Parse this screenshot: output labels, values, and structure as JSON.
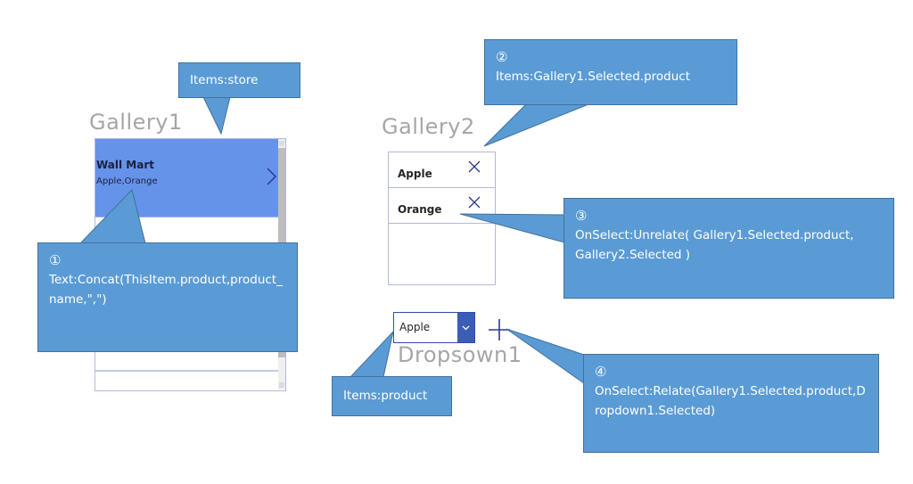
{
  "diagram_type": "Power Apps relate/unrelate annotated layout",
  "colors": {
    "callout_fill": "#5b9bd5",
    "callout_border": "#41719c",
    "selected_row": "#6593ea",
    "control_label": "#a6a6a6",
    "icon_stroke": "#2e3a8c",
    "dropdown_button": "#3b5db5"
  },
  "controls": {
    "gallery1": {
      "label": "Gallery1",
      "selected_item": {
        "title": "Wall Mart",
        "subtitle": "Apple,Orange"
      },
      "row_icon": "chevron-right-icon"
    },
    "gallery2": {
      "label": "Gallery2",
      "items": [
        {
          "text": "Apple",
          "icon": "close-icon"
        },
        {
          "text": "Orange",
          "icon": "close-icon"
        }
      ]
    },
    "dropdown1": {
      "label": "Dropsown1",
      "selected_value": "Apple",
      "button_icon": "chevron-down-icon",
      "add_icon": "plus-icon"
    }
  },
  "callouts": [
    {
      "id": "items-store",
      "number": "",
      "text": "Items:store"
    },
    {
      "id": "c1",
      "number": "①",
      "text": "Text:Concat(ThisItem.product,product_name,\",\")"
    },
    {
      "id": "c2",
      "number": "②",
      "text": "Items:Gallery1.Selected.product"
    },
    {
      "id": "c3",
      "number": "③",
      "text": "OnSelect:Unrelate( Gallery1.Selected.product, Gallery2.Selected )"
    },
    {
      "id": "items-product",
      "number": "",
      "text": "Items:product"
    },
    {
      "id": "c4",
      "number": "④",
      "text": "OnSelect:Relate(Gallery1.Selected.product,Dropdown1.Selected)"
    }
  ]
}
